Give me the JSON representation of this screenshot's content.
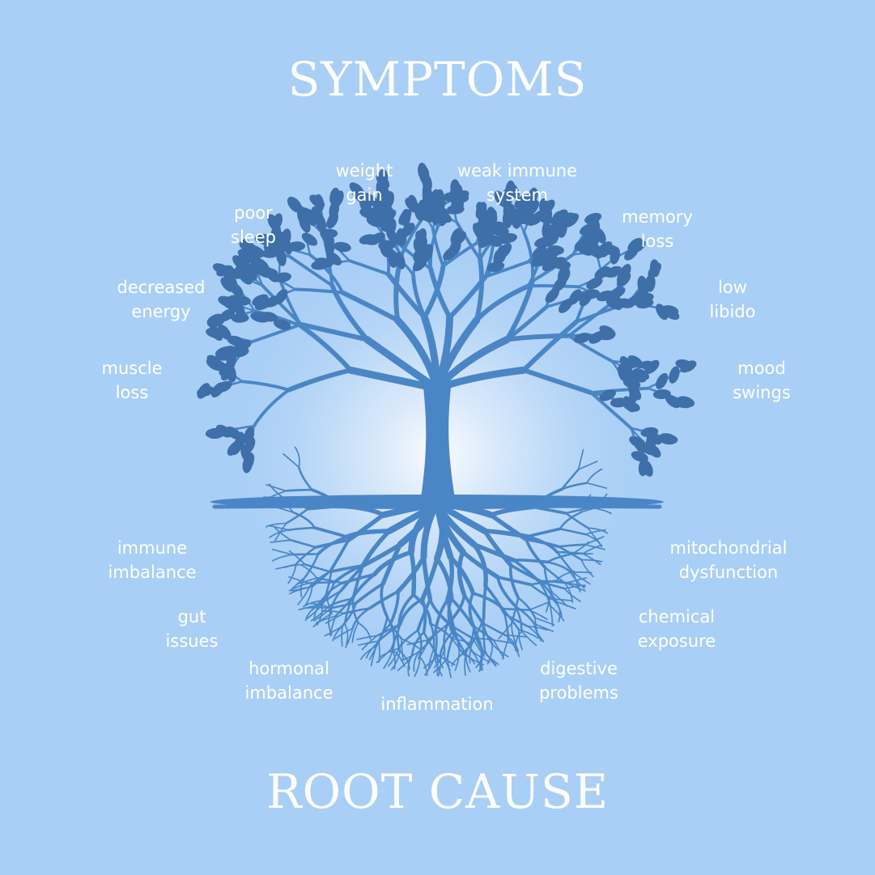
{
  "headings": {
    "top": "SYMPTOMS",
    "bottom": "ROOT CAUSE"
  },
  "symptoms": [
    {
      "l1": "weight",
      "l2": "gain"
    },
    {
      "l1": "weak immune",
      "l2": "system"
    },
    {
      "l1": "poor",
      "l2": "sleep"
    },
    {
      "l1": "memory",
      "l2": "loss"
    },
    {
      "l1": "decreased",
      "l2": "energy"
    },
    {
      "l1": "low",
      "l2": "libido"
    },
    {
      "l1": "muscle",
      "l2": "loss"
    },
    {
      "l1": "mood",
      "l2": "swings"
    }
  ],
  "root_causes": [
    {
      "l1": "immune",
      "l2": "imbalance"
    },
    {
      "l1": "mitochondrial",
      "l2": "dysfunction"
    },
    {
      "l1": "gut",
      "l2": "issues"
    },
    {
      "l1": "chemical",
      "l2": "exposure"
    },
    {
      "l1": "hormonal",
      "l2": "imbalance"
    },
    {
      "l1": "digestive",
      "l2": "problems"
    },
    {
      "l1": "inflammation",
      "l2": ""
    }
  ],
  "colors": {
    "background": "#aacff6",
    "tree": "#4a86c6",
    "leaf": "#3f6fa8",
    "glow": "#ffffff",
    "text": "#ffffff"
  },
  "icons": {
    "tree": "tree-of-life-icon"
  }
}
